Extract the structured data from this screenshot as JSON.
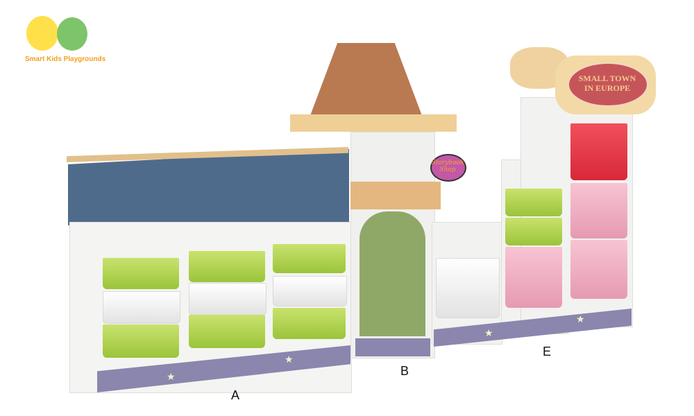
{
  "logo": {
    "text": "Smart Kids Playgrounds"
  },
  "signs": {
    "main": {
      "line1": "SMALL TOWN",
      "line2": "IN EUROPE"
    },
    "shop": {
      "line1": "Storybook",
      "line2": "Shop"
    }
  },
  "labels": {
    "a": "A",
    "b": "B",
    "e": "E"
  },
  "colors": {
    "roof_blue": "#4f6b8c",
    "plinth": "#8a86ad",
    "bin_green": "#a9cd47",
    "bin_pink": "#ec9fba",
    "bin_red": "#e2323f",
    "sign_red": "#c6555a"
  }
}
